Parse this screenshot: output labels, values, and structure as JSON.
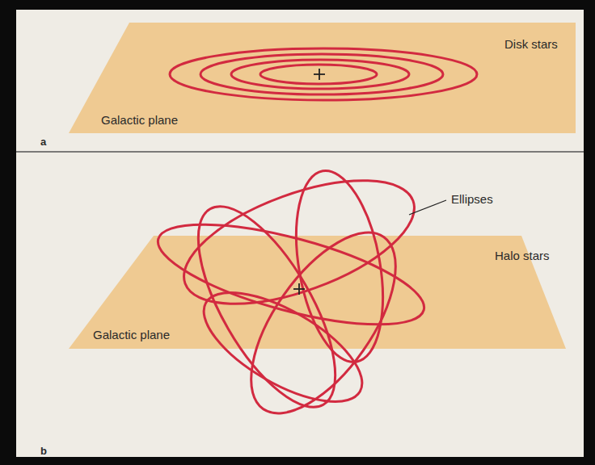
{
  "diagram": {
    "nodes": [
      {
        "text": [
          "Galactic plane"
        ]
      },
      {
        "text": [
          "Galactic plane"
        ]
      }
    ],
    "labels": [
      "Disk stars",
      "a",
      "Ellipses",
      "Halo stars",
      "b"
    ]
  }
}
